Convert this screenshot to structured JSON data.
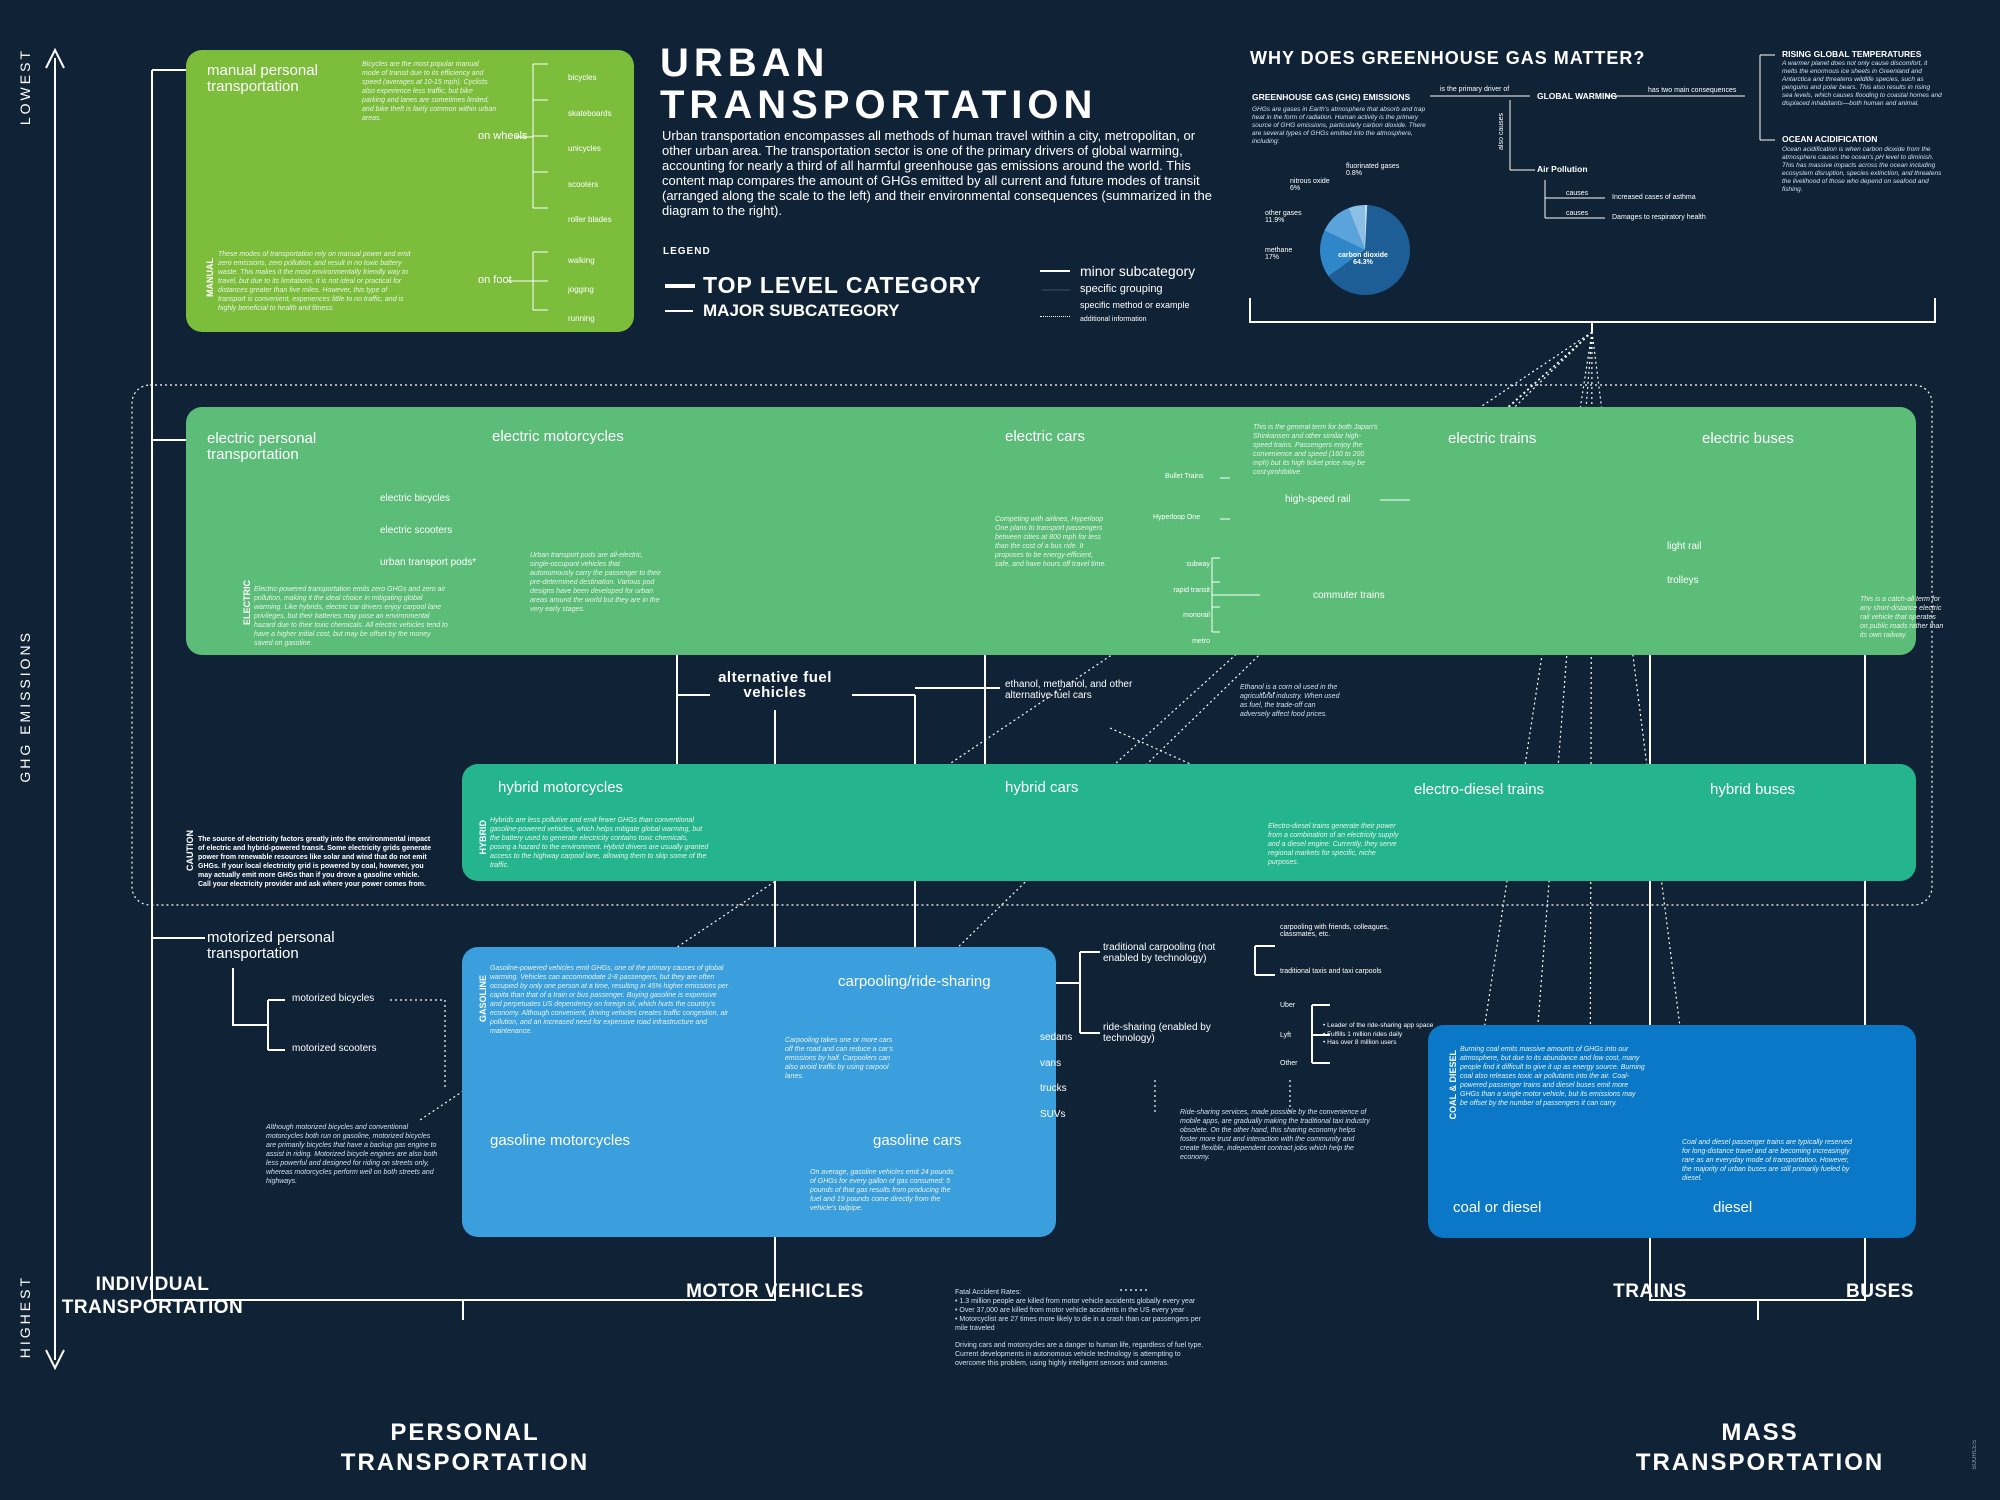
{
  "title": {
    "line1": "URBAN",
    "line2": "TRANSPORTATION",
    "intro": "Urban transportation encompasses all methods of human travel within a city, metropolitan, or other urban area. The transportation sector is one of the primary drivers of global warming, accounting for nearly a third of all harmful greenhouse gas emissions around the world. This content map compares the amount of GHGs emitted by all current and future modes of transit (arranged along the scale to the left) and their environmental consequences (summarized in the diagram to the right)."
  },
  "legend": {
    "heading": "LEGEND",
    "top": "TOP LEVEL CATEGORY",
    "major": "MAJOR SUBCATEGORY",
    "minor": "minor subcategory",
    "grouping": "specific grouping",
    "method": "specific method or example",
    "info": "additional information"
  },
  "axis": {
    "lowest": "LOWEST",
    "ghg": "GHG EMISSIONS",
    "highest": "HIGHEST"
  },
  "ghg": {
    "heading": "WHY DOES GREENHOUSE GAS MATTER?",
    "emissions": "GREENHOUSE GAS (GHG) EMISSIONS",
    "emissions_desc": "GHGs are gases in Earth's atmosphere that absorb and trap heat in the form of radiation. Human activity is the primary source of GHG emissions, particularly carbon dioxide. There are several types of GHGs emitted into the atmosphere, including:",
    "primary_driver": "is the primary driver of",
    "global_warming": "GLOBAL WARMING",
    "two_consequences": "has two main consequences",
    "also_causes": "also causes",
    "air_pollution": "Air Pollution",
    "causes1": "causes",
    "asthma": "Increased cases of asthma",
    "causes2": "causes",
    "damage": "Damages to respiratory health",
    "rising": "RISING GLOBAL TEMPERATURES",
    "rising_desc": "A warmer planet does not only cause discomfort, it melts the enormous ice sheets in Greenland and Antarctica and threatens wildlife species, such as penguins and polar bears. This also results in rising sea levels, which causes flooding to coastal homes and displaced inhabitants—both human and animal.",
    "acid": "OCEAN ACIDIFICATION",
    "acid_desc": "Ocean acidification is when carbon dioxide from the atmosphere causes the ocean's pH level to diminish. This has massive impacts across the ocean including ecosystem disruption, species extinction, and threatens the livelihood of those who depend on seafood and fishing.",
    "pie": [
      {
        "label": "carbon dioxide",
        "value": 64.3,
        "pct": "64.3%",
        "color": "#1d5e96"
      },
      {
        "label": "methane",
        "value": 17,
        "pct": "17%",
        "color": "#2f86c9"
      },
      {
        "label": "other gases",
        "value": 11.9,
        "pct": "11.9%",
        "color": "#5aa4db"
      },
      {
        "label": "nitrous oxide",
        "value": 6,
        "pct": "6%",
        "color": "#8cbfe6"
      },
      {
        "label": "fluorinated gases",
        "value": 0.8,
        "pct": "0.8%",
        "color": "#c4def3"
      }
    ]
  },
  "manual": {
    "title": "manual personal transportation",
    "side": "MANUAL",
    "desc": "These modes of transportation rely on manual power and emit zero emissions, zero pollution, and result in no toxic battery waste. This makes it the most environmentally friendly way to travel, but due to its limitations, it is not ideal or practical for distances greater than five miles. However, this type of transport is convenient, experiences little to no traffic, and is highly beneficial to health and fitness.",
    "bike_note": "Bicycles are the most popular manual mode of transit due to its efficiency and speed (averages at 10-15 mph). Cyclists also experience less traffic, but bike parking and lanes are sometimes limited, and bike theft is fairly common within urban areas.",
    "on_wheels": "on wheels",
    "on_foot": "on foot",
    "wheels": [
      "bicycles",
      "skateboards",
      "unicycles",
      "scooters",
      "roller blades"
    ],
    "foot": [
      "walking",
      "jogging",
      "running"
    ]
  },
  "electric": {
    "side": "ELECTRIC",
    "personal": "electric personal transportation",
    "desc": "Electric-powered transportation emits zero GHGs and zero air pollution, making it the ideal choice in mitigating global warming. Like hybrids, electric car drivers enjoy carpool lane privileges, but their batteries may pose an environmental hazard due to their toxic chemicals. All electric vehicles tend to have a higher initial cost, but may be offset by the money saved on gasoline.",
    "items": [
      "electric bicycles",
      "electric scooters",
      "urban transport pods*"
    ],
    "pods_note": "Urban transport pods are all-electric, single-occupant vehicles that autonomously carry the passenger to their pre-determined destination. Various pod designs have been developed for urban areas around the world but they are in the very early stages.",
    "motorcycles": "electric motorcycles",
    "cars": "electric cars",
    "trains": "electric trains",
    "buses": "electric buses",
    "hyperloop_note": "Competing with airlines, Hyperloop One plans to transport passengers between cities at 800 mph for less than the cost of a bus ride. It proposes to be energy-efficient, safe, and have hours off travel time.",
    "bullet_note": "This is the general term for both Japan's Shinkansen and other similar high-speed trains. Passengers enjoy the convenience and speed (160 to 200 mph) but its high ticket price may be cost-prohibitive.",
    "bullet": "Bullet Trains",
    "hyperloop": "Hyperloop One",
    "high_speed": "high-speed rail",
    "commuter_items": [
      "subway",
      "rapid transit",
      "monorail",
      "metro"
    ],
    "commuter": "commuter trains",
    "bus_items": [
      "light rail",
      "trolleys"
    ],
    "trolley_note": "This is a catch-all term for any short-distance electric rail vehicle that operates on public roads rather than its own railway."
  },
  "alt": {
    "title": "alternative fuel vehicles",
    "ethanol": "ethanol, methanol, and other alternative fuel cars",
    "ethanol_note": "Ethanol is a corn oil used in the agricultural industry. When used as fuel, the trade-off can adversely affect food prices."
  },
  "hybrid": {
    "side": "HYBRID",
    "motorcycles": "hybrid motorcycles",
    "cars": "hybrid cars",
    "trains": "electro-diesel trains",
    "buses": "hybrid buses",
    "desc": "Hybrids are less pollutive and emit fewer GHGs than conventional gasoline-powered vehicles, which helps mitigate global warming, but the battery used to generate electricity contains toxic chemicals, posing a hazard to the environment. Hybrid drivers are usually granted access to the highway carpool lane, allowing them to skip some of the traffic.",
    "train_note": "Electro-diesel trains generate their power from a combination of an electricity supply and a diesel engine. Currently, they serve regional markets for specific, niche purposes."
  },
  "caution": {
    "side": "CAUTION",
    "text": "The source of electricity factors greatly into the environmental impact of electric and hybrid-powered transit. Some electricity grids generate power from renewable resources like solar and wind that do not emit GHGs. If your local electricity grid is powered by coal, however, you may actually emit more GHGs than if you drove a gasoline vehicle. Call your electricity provider and ask where your power comes from."
  },
  "motorized": {
    "title": "motorized personal transportation",
    "items": [
      "motorized bicycles",
      "motorized scooters"
    ],
    "note": "Although motorized bicycles and conventional motorcycles both run on gasoline, motorized bicycles are primarily bicycles that have a backup gas engine to assist in riding. Motorized bicycle engines are also both less powerful and designed for riding on streets only, whereas motorcycles perform well on both streets and highways."
  },
  "gasoline": {
    "side": "GASOLINE",
    "desc": "Gasoline-powered vehicles emit GHGs, one of the primary causes of global warming. Vehicles can accommodate 2-8 passengers, but they are often occupied by only one person at a time, resulting in 45% higher emissions per capita than that of a train or bus passenger. Buying gasoline is expensive and perpetuates US dependency on foreign oil, which hurts the country's economy. Although convenient, driving vehicles creates traffic congestion, air pollution, and an increased need for expensive road infrastructure and maintenance.",
    "carpool": "carpooling/ride-sharing",
    "carpool_note": "Carpooling takes one or more cars off the road and can reduce a car's emissions by half. Carpoolers can also avoid traffic by using carpool lanes.",
    "traditional": "traditional carpooling (not enabled by technology)",
    "trad_items": [
      "carpooling with friends, colleagues, classmates, etc.",
      "traditional taxis and taxi carpools"
    ],
    "ride": "ride-sharing (enabled by technology)",
    "ride_items": [
      "Uber",
      "Lyft",
      "Other"
    ],
    "lyft_facts": [
      "• Leader of the ride-sharing app space",
      "• Fulfills 1 million rides daily",
      "• Has over 8 million users"
    ],
    "ride_note": "Ride-sharing services, made possible by the convenience of mobile apps, are gradually making the traditional taxi industry obsolete. On the other hand, this sharing economy helps foster more trust and interaction with the community and create flexible, independent contract jobs which help the economy.",
    "car_types": [
      "sedans",
      "vans",
      "trucks",
      "SUVs"
    ],
    "motorcycles": "gasoline motorcycles",
    "cars": "gasoline cars",
    "cars_note": "On average, gasoline vehicles emit 24 pounds of GHGs for every gallon of gas consumed: 5 pounds of that gas results from producing the fuel and 19 pounds come directly from the vehicle's tailpipe."
  },
  "coal": {
    "side": "COAL & DIESEL",
    "desc": "Burning coal emits massive amounts of GHGs into our atmosphere, but due to its abundance and low cost, many people find it difficult to give it up as energy source. Burning coal also releases toxic air pollutants into the air. Coal-powered passenger trains and diesel buses emit more GHGs than a single motor vehicle, but its emissions may be offset by the number of passengers it can carry.",
    "note": "Coal and diesel passenger trains are typically reserved for long-distance travel and are becoming increasingly rare as an everyday mode of transportation. However, the majority of urban buses are still primarily fueled by diesel.",
    "trains": "coal or diesel",
    "buses": "diesel"
  },
  "bottom": {
    "individual": "INDIVIDUAL TRANSPORTATION",
    "motor": "MOTOR VEHICLES",
    "trains": "TRAINS",
    "buses": "BUSES",
    "personal": "PERSONAL TRANSPORTATION",
    "mass": "MASS TRANSPORTATION",
    "fatal_head": "Fatal Accident Rates:",
    "fatal": [
      "• 1.3 million people are killed from motor vehicle accidents globally every year",
      "• Over 37,000 are killed from motor vehicle accidents in the US every year",
      "• Motorcyclist are 27 times more likely to die in a crash than car passengers per mile traveled"
    ],
    "fatal_note": "Driving cars and motorcycles are a danger to human life, regardless of fuel type. Current developments in autonomous vehicle technology is attempting to overcome this problem, using highly intelligent sensors and cameras."
  },
  "sources_label": "SOURCES"
}
